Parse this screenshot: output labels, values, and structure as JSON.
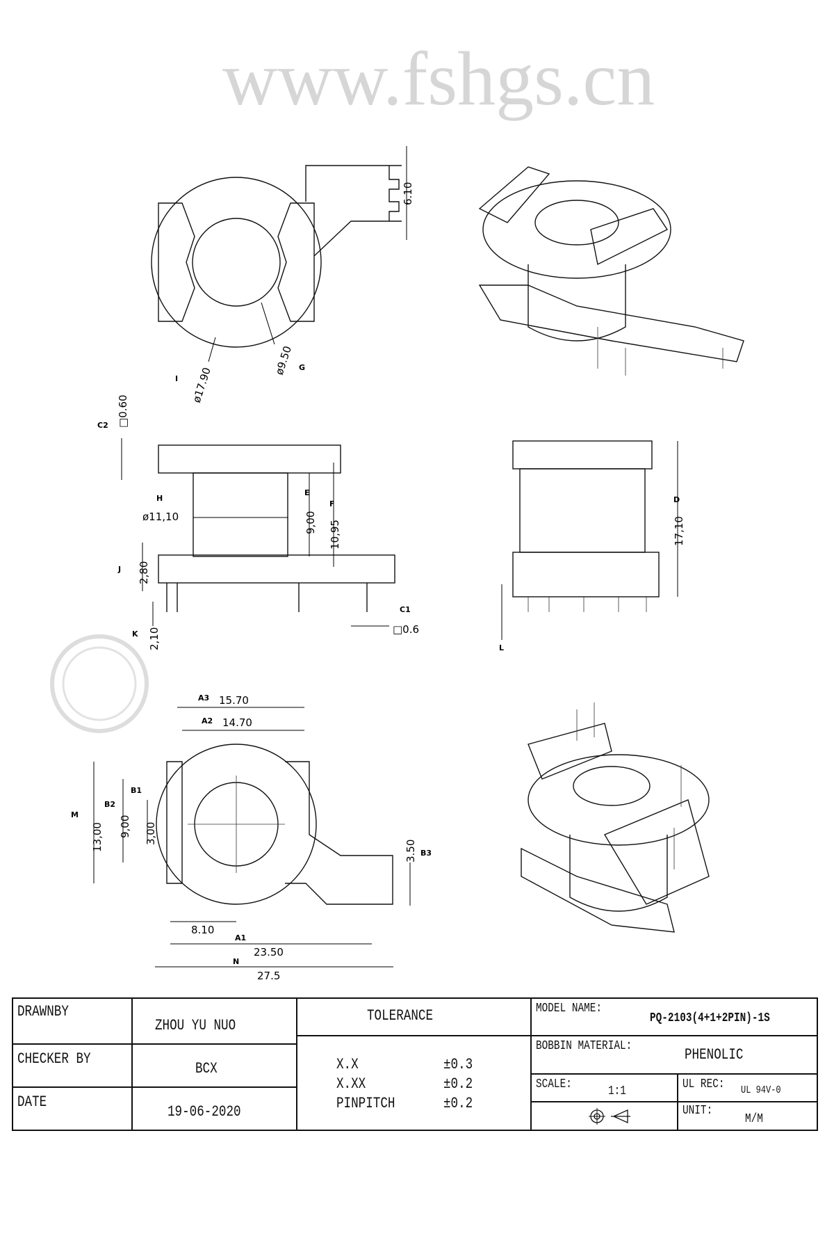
{
  "watermark": "www.fshgs.cn",
  "dimensions": {
    "top_view": {
      "height": "6.10",
      "outer_dia": "ø17.90",
      "outer_label": "I",
      "inner_dia": "ø9.50",
      "inner_label": "G"
    },
    "front_view": {
      "pin_square_top": "□0.60",
      "pin_square_top_label": "C2",
      "core_dia": "ø11,10",
      "core_dia_label": "H",
      "inner_height": "9,00",
      "inner_height_label": "E",
      "outer_height": "10,95",
      "outer_height_label": "F",
      "flange": "2,80",
      "flange_label": "J",
      "pin_len": "2,10",
      "pin_len_label": "K",
      "pin_square_bottom": "□0.6",
      "pin_square_bottom_label": "C1"
    },
    "side_view": {
      "total_height": "17,10",
      "total_height_label": "D",
      "pin_label": "L"
    },
    "bottom_view": {
      "a3": "15.70",
      "a3_label": "A3",
      "a2": "14.70",
      "a2_label": "A2",
      "m": "13,00",
      "m_label": "M",
      "b2": "9,00",
      "b2_label": "B2",
      "b1": "3,00",
      "b1_label": "B1",
      "b3": "3.50",
      "b3_label": "B3",
      "c": "8.10",
      "a1": "23.50",
      "a1_label": "A1",
      "n": "27.5",
      "n_label": "N"
    }
  },
  "title_block": {
    "drawn_by_label": "DRAWNBY",
    "drawn_by": "ZHOU YU NUO",
    "checker_label": "CHECKER BY",
    "checker": "BCX",
    "date_label": "DATE",
    "date": "19-06-2020",
    "tolerance_label": "TOLERANCE",
    "tolerances": [
      {
        "name": "X.X",
        "value": "±0.3"
      },
      {
        "name": "X.XX",
        "value": "±0.2"
      },
      {
        "name": "PINPITCH",
        "value": "±0.2"
      }
    ],
    "model_label": "MODEL NAME:",
    "model": "PQ-2103(4+1+2PIN)-1S",
    "material_label": "BOBBIN MATERIAL:",
    "material": "PHENOLIC",
    "scale_label": "SCALE:",
    "scale": "1:1",
    "ul_label": "UL REC:",
    "ul": "UL 94V-0",
    "unit_label": "UNIT:",
    "unit": "M/M"
  }
}
